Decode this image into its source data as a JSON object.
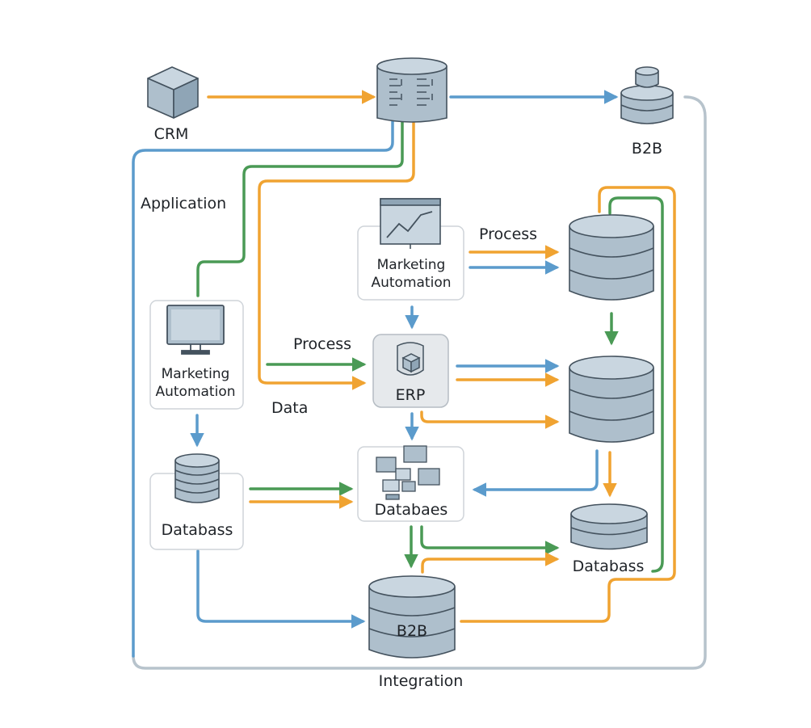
{
  "colors": {
    "orange": "#f0a331",
    "blue": "#5b9bcc",
    "green": "#4a9a55",
    "gray_line": "#b7c3cc",
    "node_fill": "#aebfcc",
    "node_stroke": "#44525e"
  },
  "nodes": {
    "crm": {
      "label": "CRM",
      "icon": "cube-icon"
    },
    "hub": {
      "label": "",
      "icon": "server-icon"
    },
    "b2b_top": {
      "label": "B2B",
      "icon": "database-stack-icon"
    },
    "marketing_center": {
      "label_line1": "Marketing",
      "label_line2": "Automation",
      "icon": "chart-board-icon"
    },
    "marketing_left": {
      "label_line1": "Marketing",
      "label_line2": "Automation",
      "icon": "monitor-icon"
    },
    "erp": {
      "label": "ERP",
      "icon": "cube-badge-icon"
    },
    "databass_left": {
      "label": "Databass",
      "icon": "database-icon"
    },
    "databaes": {
      "label": "Databaes",
      "icon": "screens-cluster-icon"
    },
    "db_right_top": {
      "label": "",
      "icon": "database-icon"
    },
    "db_right_mid": {
      "label": "",
      "icon": "database-icon"
    },
    "databass_right": {
      "label": "Databass",
      "icon": "database-icon"
    },
    "b2b_bottom": {
      "label": "B2B",
      "icon": "database-icon"
    }
  },
  "edge_labels": {
    "application": "Application",
    "process_top": "Process",
    "process_mid": "Process",
    "data": "Data",
    "integration": "Integration"
  }
}
